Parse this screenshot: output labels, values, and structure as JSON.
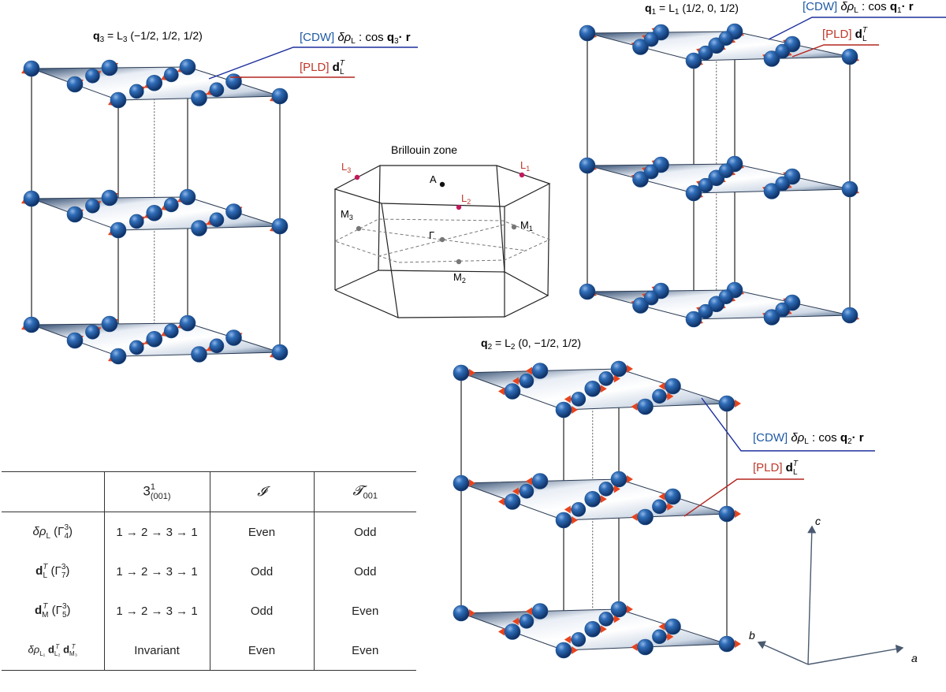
{
  "panels": {
    "q3": {
      "q_label": "q",
      "q_sub": "3",
      "eq_text": " = L",
      "eq_sub": "3",
      "coords": " (−1/2, 1/2, 1/2)",
      "cdw_tag": "[CDW]",
      "cdw_text": " δρ",
      "cdw_sub": "L",
      "cdw_expr": " : cos ",
      "cdw_q": "q",
      "cdw_qsub": "3",
      "cdw_r": "· r",
      "pld_tag": "[PLD]",
      "pld_d": " d",
      "pld_sup": "T",
      "pld_sub": "L"
    },
    "q1": {
      "q_label": "q",
      "q_sub": "1",
      "eq_text": " = L",
      "eq_sub": "1",
      "coords": " (1/2, 0, 1/2)",
      "cdw_tag": "[CDW]",
      "cdw_text": " δρ",
      "cdw_sub": "L",
      "cdw_expr": " : cos ",
      "cdw_q": "q",
      "cdw_qsub": "1",
      "cdw_r": "· r",
      "pld_tag": "[PLD]",
      "pld_d": " d",
      "pld_sup": "T",
      "pld_sub": "L"
    },
    "q2": {
      "q_label": "q",
      "q_sub": "2",
      "eq_text": " = L",
      "eq_sub": "2",
      "coords": " (0, −1/2, 1/2)",
      "cdw_tag": "[CDW]",
      "cdw_text": " δρ",
      "cdw_sub": "L",
      "cdw_expr": " : cos ",
      "cdw_q": "q",
      "cdw_qsub": "2",
      "cdw_r": "· r",
      "pld_tag": "[PLD]",
      "pld_d": " d",
      "pld_sup": "T",
      "pld_sub": "L"
    }
  },
  "brillouin": {
    "title": "Brillouin zone",
    "L3": "L",
    "L3_sub": "3",
    "L1": "L",
    "L1_sub": "1",
    "L2": "L",
    "L2_sub": "2",
    "A": "A",
    "M3": "M",
    "M3_sub": "3",
    "M1": "M",
    "M1_sub": "1",
    "M2": "M",
    "M2_sub": "2",
    "Gamma": "Γ"
  },
  "axes": {
    "a": "a",
    "b": "b",
    "c": "c"
  },
  "table": {
    "header": {
      "h1_main": "3",
      "h1_sup": "1",
      "h1_sub": "(001)",
      "h2": "𝓘",
      "h3_main": "𝓣",
      "h3_sub": "001"
    },
    "rows": [
      {
        "l_main": "δρ",
        "l_sub": "L",
        "l_paren": " (Γ",
        "l_psup": "3",
        "l_psub": "4",
        "l_close": ")",
        "perm": "1 → 2 → 3 → 1",
        "inv": "Even",
        "tr": "Odd"
      },
      {
        "l_main": "d",
        "l_sub": "L",
        "l_sup": "T",
        "l_paren": " (Γ",
        "l_psup": "3",
        "l_psub": "7",
        "l_close": ")",
        "perm": "1 → 2 → 3 → 1",
        "inv": "Odd",
        "tr": "Odd"
      },
      {
        "l_main": "d",
        "l_sub": "M",
        "l_sup": "T",
        "l_paren": " (Γ",
        "l_psup": "3",
        "l_psub": "5",
        "l_close": ")",
        "perm": "1 → 2 → 3 → 1",
        "inv": "Odd",
        "tr": "Even"
      },
      {
        "l_main": "δρ",
        "l_sub": "L₁",
        "l_d1": " d",
        "l_d1sup": "T",
        "l_d1sub": "L₂",
        "l_d2": " d",
        "l_d2sup": "T",
        "l_d2sub": "M₃",
        "perm": "Invariant",
        "inv": "Even",
        "tr": "Even"
      }
    ]
  },
  "colors": {
    "atom": "#1c4f8c",
    "arrow": "#e8441d",
    "cdw_line": "#1d2f9c",
    "pld_line": "#b3261e"
  }
}
